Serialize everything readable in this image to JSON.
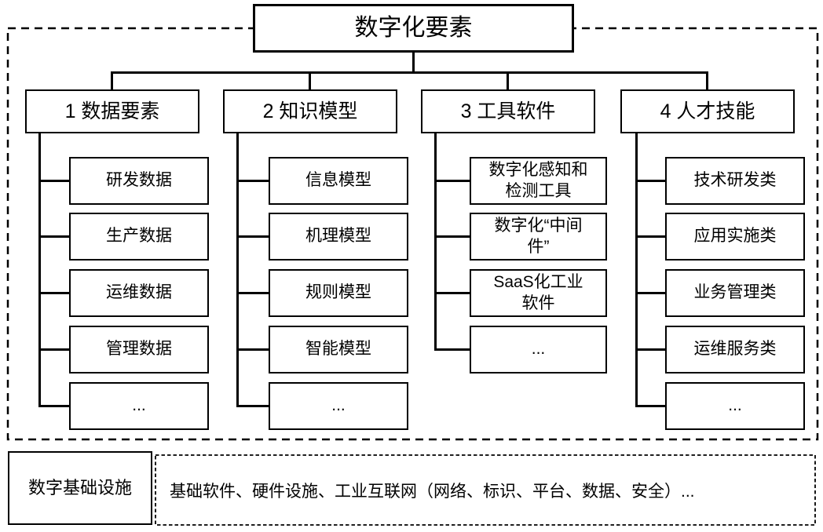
{
  "root": {
    "label": "数字化要素"
  },
  "branches": [
    {
      "label": "1 数据要素",
      "children": [
        "研发数据",
        "生产数据",
        "运维数据",
        "管理数据",
        "..."
      ]
    },
    {
      "label": "2 知识模型",
      "children": [
        "信息模型",
        "机理模型",
        "规则模型",
        "智能模型",
        "..."
      ]
    },
    {
      "label": "3 工具软件",
      "children": [
        "数字化感知和\n检测工具",
        "数字化“中间\n件”",
        "SaaS化工业\n软件",
        "..."
      ]
    },
    {
      "label": "4 人才技能",
      "children": [
        "技术研发类",
        "应用实施类",
        "业务管理类",
        "运维服务类",
        "..."
      ]
    }
  ],
  "infrastructure": {
    "label": "数字基础设施",
    "content": "基础软件、硬件设施、工业互联网（网络、标识、平台、数据、安全）..."
  },
  "colors": {
    "line": "#000000",
    "background": "#ffffff"
  }
}
